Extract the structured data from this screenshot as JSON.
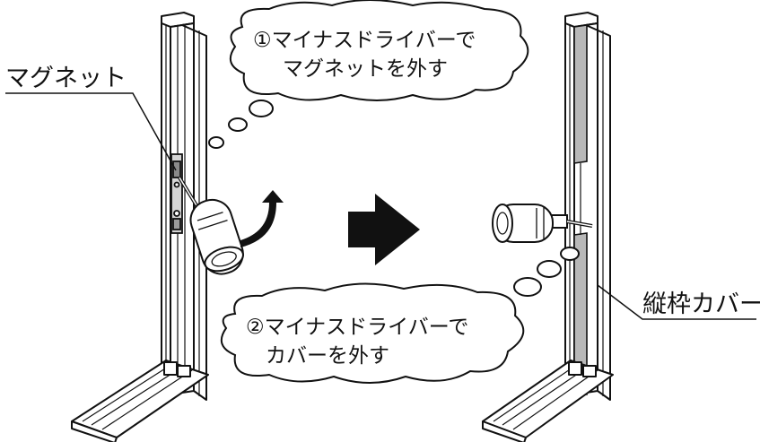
{
  "labels": {
    "magnet": "マグネット",
    "frame_cover": "縦枠カバー"
  },
  "bubbles": {
    "step1": {
      "line1": "①マイナスドライバーで",
      "line2": "マグネットを外す"
    },
    "step2": {
      "line1": "②マイナスドライバーで",
      "line2": "カバーを外す"
    }
  },
  "colors": {
    "line": "#111111",
    "frame_fill": "#ffffff",
    "cover_shade": "#b8b8b8",
    "arrow": "#111111"
  },
  "icons": {
    "arrow": "right-arrow-icon",
    "rotate": "curved-arrow-icon"
  }
}
